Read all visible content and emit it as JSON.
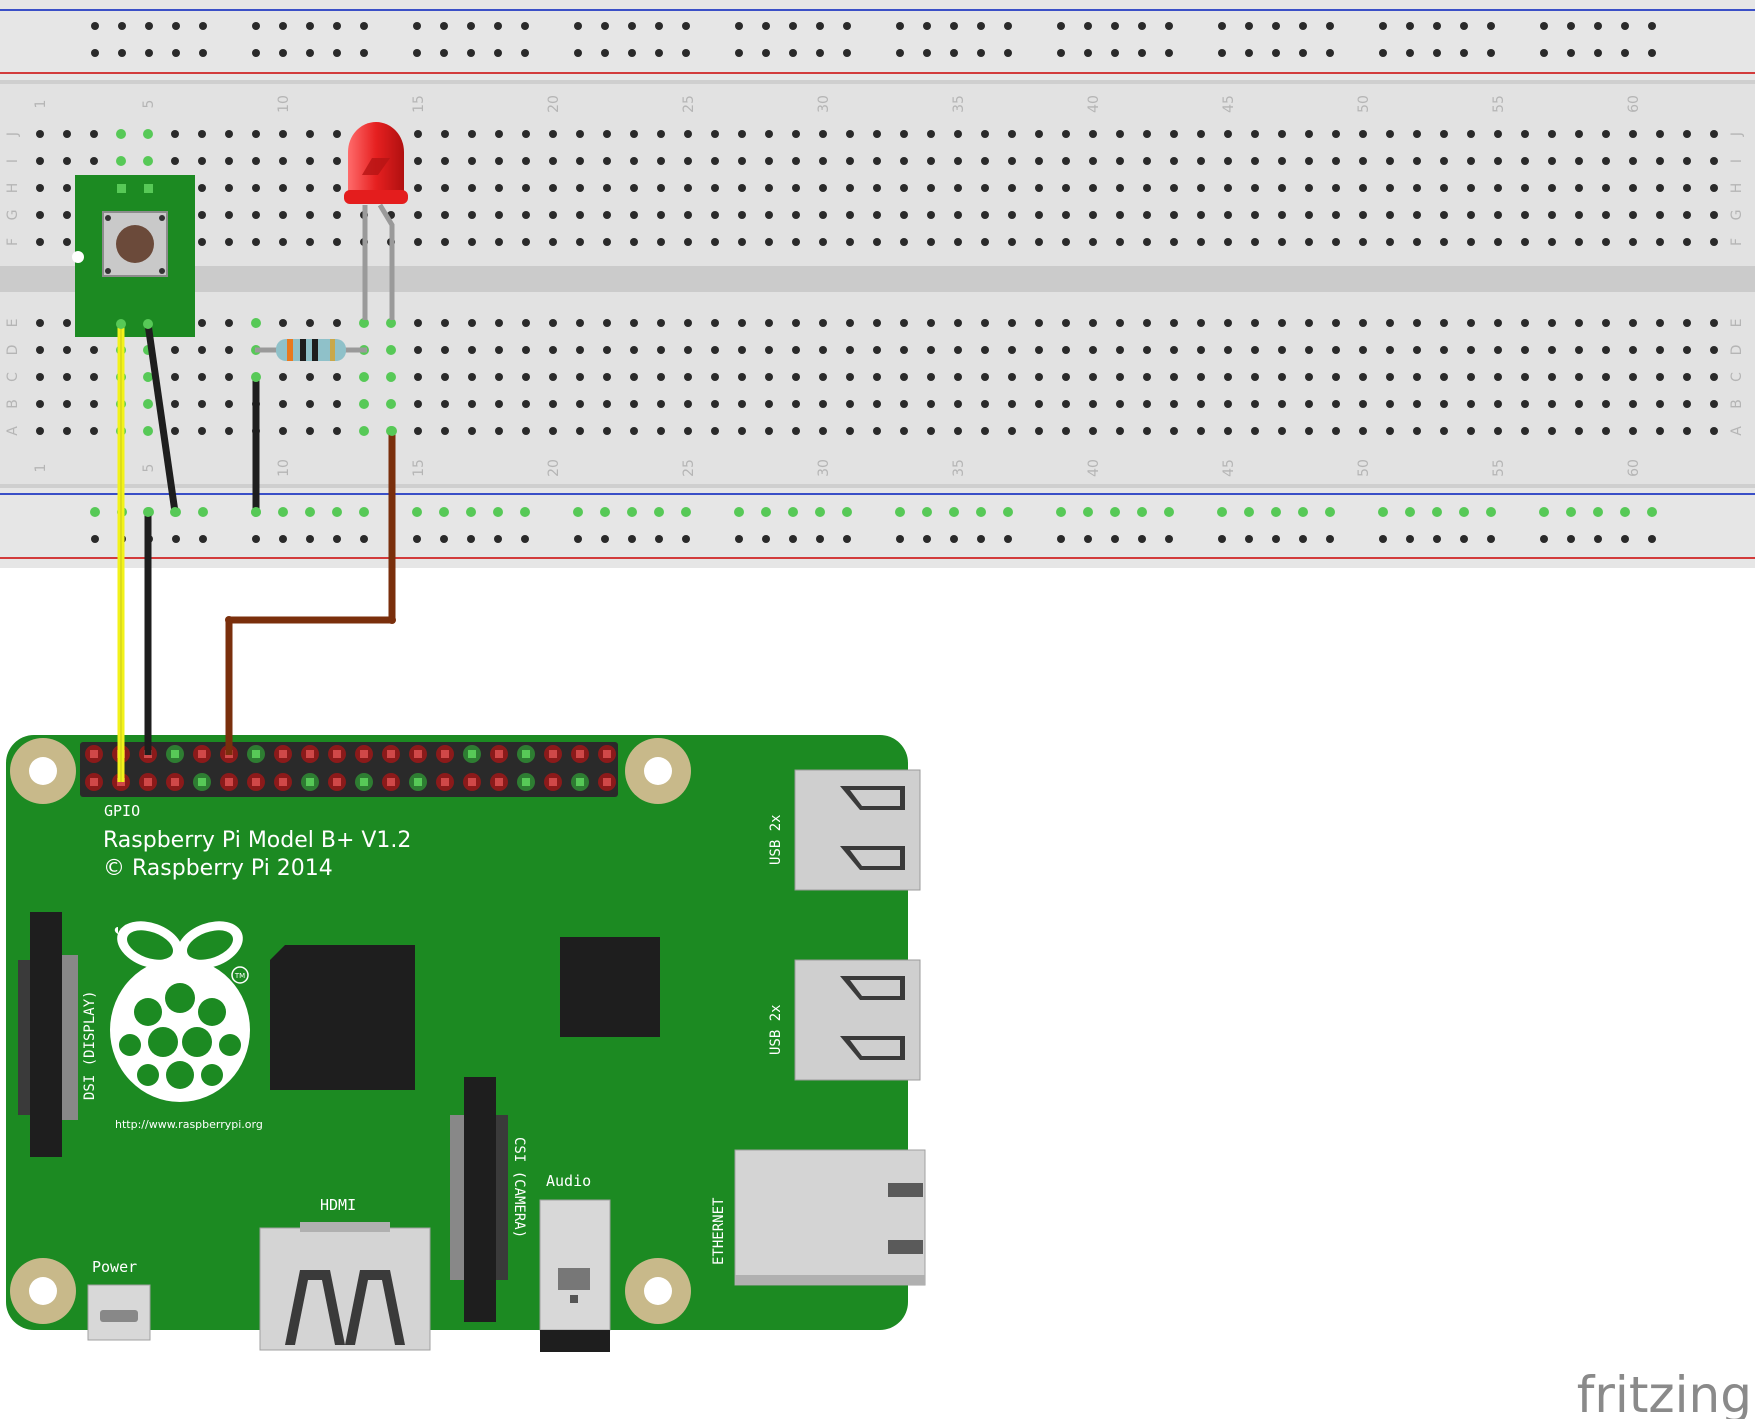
{
  "breadboard": {
    "column_numbers": [
      "1",
      "5",
      "10",
      "15",
      "20",
      "25",
      "30",
      "35",
      "40",
      "45",
      "50",
      "55",
      "60"
    ],
    "row_letters_top": [
      "J",
      "I",
      "H",
      "G",
      "F"
    ],
    "row_letters_bottom": [
      "E",
      "D",
      "C",
      "B",
      "A"
    ],
    "colors": {
      "body": "#e0e0e0",
      "rail_blue": "#3a4fc7",
      "rail_red": "#d23b3b",
      "hole": "#2a2a2a",
      "hole_active": "#57c957"
    }
  },
  "raspberry_pi": {
    "gpio_label": "GPIO",
    "model": "Raspberry Pi Model B+ V1.2",
    "copyright": "© Raspberry Pi 2014",
    "url": "http://www.raspberrypi.org",
    "usb_label_1": "USB 2x",
    "usb_label_2": "USB 2x",
    "dsi_label": "DSI (DISPLAY)",
    "csi_label": "CSI (CAMERA)",
    "audio_label": "Audio",
    "hdmi_label": "HDMI",
    "ethernet_label": "ETHERNET",
    "power_label": "Power",
    "tm": "TM",
    "colors": {
      "board": "#1c8a22",
      "hole_ring": "#c8b98a"
    }
  },
  "wires": {
    "colors": {
      "yellow": "#f2f21a",
      "black": "#1e1e1e",
      "brown": "#7a2f0c"
    }
  },
  "brand": {
    "logo_text": "fritzing"
  }
}
